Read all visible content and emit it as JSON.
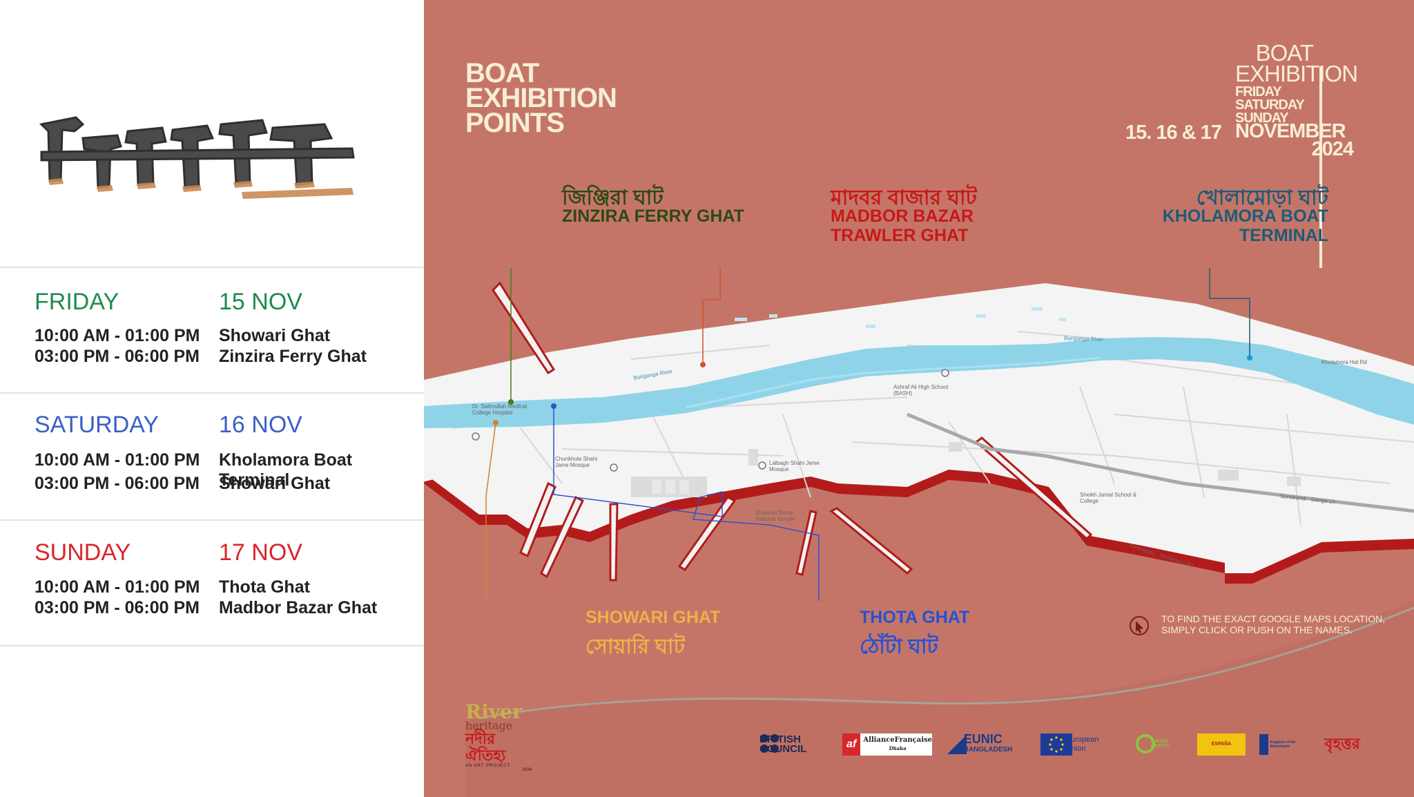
{
  "logo": {
    "title": "নদীর ঐতিহ্য",
    "icon": "stylized-bengali-title-logo"
  },
  "schedule": [
    {
      "day": "FRIDAY",
      "date": "15 NOV",
      "color": "#1e8a4f",
      "slots": [
        {
          "time": "10:00 AM - 01:00 PM",
          "place": "Showari Ghat"
        },
        {
          "time": "03:00 PM - 06:00 PM",
          "place": "Zinzira Ferry Ghat"
        }
      ]
    },
    {
      "day": "SATURDAY",
      "date": "16 NOV",
      "color": "#3b5fc4",
      "slots": [
        {
          "time": "10:00 AM - 01:00 PM",
          "place": "Kholamora Boat Terminal"
        },
        {
          "time": "03:00 PM - 06:00 PM",
          "place": "Showari Ghat"
        }
      ]
    },
    {
      "day": "SUNDAY",
      "date": "17 NOV",
      "color": "#d7262c",
      "slots": [
        {
          "time": "10:00 AM - 01:00 PM",
          "place": "Thota Ghat"
        },
        {
          "time": "03:00 PM - 06:00 PM",
          "place": "Madbor Bazar Ghat"
        }
      ]
    }
  ],
  "map_title": {
    "line1": "BOAT",
    "line2": "EXHIBITION",
    "line3": "POINTS"
  },
  "event_box": {
    "boat": "BOAT",
    "exhibition": "EXHIBITION",
    "days": [
      "FRIDAY",
      "SATURDAY",
      "SUNDAY"
    ],
    "dates": "15. 16 & 17",
    "month": "NOVEMBER",
    "year": "2024"
  },
  "ghats": {
    "zinzira": {
      "bn": "জিঞ্জিরা ঘাট",
      "en": "ZINZIRA FERRY GHAT",
      "color": "#2b4a12"
    },
    "madbor": {
      "bn": "মাদবর বাজার ঘাট",
      "en1": "MADBOR BAZAR",
      "en2": "TRAWLER GHAT",
      "color": "#c71818"
    },
    "kholamora": {
      "bn": "খোলামোড়া ঘাট",
      "en1": "KHOLAMORA BOAT",
      "en2": "TERMINAL",
      "color": "#1d5b78"
    },
    "showari": {
      "en": "SHOWARI GHAT",
      "bn": "সোয়ারি ঘাট",
      "color": "#f0b04a"
    },
    "thota": {
      "en": "THOTA GHAT",
      "bn": "ঠোঁটা ঘাট",
      "color": "#2452d6"
    }
  },
  "map_labels": {
    "river1": "Buriganga River",
    "river2": "Buriganga River",
    "school": "Ashraf Ali High School (BASH)",
    "college": "Sheikh Jamal School & College",
    "mosque": "Lalbagh Shahi Jame Mosque",
    "road1": "Keraniganj - Kholamora Rd",
    "road2": "Sonakandi - Ganga Ln",
    "road3": "Kholamora Hat Rd",
    "clinic": "Dr. Salimullah Medical College Hospital",
    "temple": "Shakhari Bazar National Temple",
    "mosque2": "Chunkhola Shahi Jame Mosque"
  },
  "note": {
    "line1": "TO FIND THE EXACT GOOGLE MAPS LOCATION,",
    "line2": "SIMPLY CLICK OR PUSH ON THE NAMES.",
    "icon": "cursor-click-icon"
  },
  "footer": {
    "river_logo": {
      "river": "River",
      "heritage": "heritage",
      "bn": "নদীর ঐতিহ্য",
      "tag": "AN ART PROJECT",
      "year": "2024"
    },
    "partners": [
      {
        "line1": "BRITISH",
        "line2": "COUNCIL"
      },
      {
        "line1": "AllianceFrançaise",
        "line2": "Dhaka"
      },
      {
        "line1": "EUNIC",
        "line2": "BANGLADESH"
      },
      {
        "line1": "European",
        "line2": "Union"
      },
      {
        "line1": "GOETHE",
        "line2": "INSTITUT"
      },
      {
        "line1": "ESPAÑA",
        "line2": ""
      },
      {
        "line1": "Kingdom of the Netherlands",
        "line2": ""
      },
      {
        "line1": "বৃহত্তর",
        "line2": ""
      }
    ]
  },
  "colors": {
    "map_bg": "#c57567",
    "land": "#f4f4f4",
    "river": "#8fd3e8",
    "cream": "#f6eed6"
  }
}
